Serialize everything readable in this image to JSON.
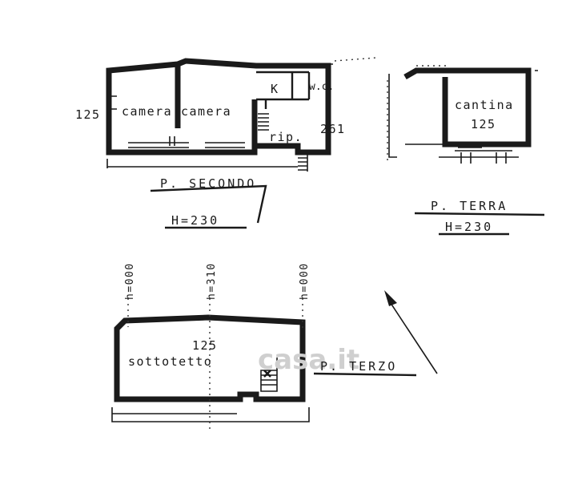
{
  "second_floor": {
    "room_dim": "125",
    "room_1": "camera",
    "room_2": "camera",
    "kitchen": "K",
    "wc": "w.c.",
    "landing": "rip.",
    "dim_side": "261",
    "title": "P. SECONDO",
    "height": "H=230"
  },
  "ground_floor": {
    "room": "cantina",
    "room_dim": "125",
    "title": "P. TERRA",
    "height": "H=230"
  },
  "third_floor": {
    "room_dim": "125",
    "room": "sottotetto",
    "title": "P. TERZO",
    "h_left": "h=000",
    "h_mid": "h=310",
    "h_right": "h=000"
  },
  "watermark": "casa.it"
}
